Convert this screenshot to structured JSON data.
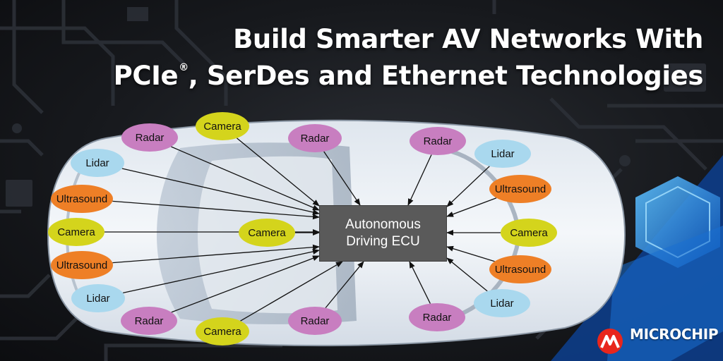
{
  "headline": {
    "line1": "Build Smarter AV Networks With",
    "line2_pre": "PCIe",
    "line2_mark": "®",
    "line2_post": ", SerDes and Ethernet Technologies"
  },
  "ecu": {
    "line1": "Autonomous",
    "line2": "Driving ECU"
  },
  "sensors": [
    {
      "label": "Radar",
      "type": "radar"
    },
    {
      "label": "Camera",
      "type": "camera"
    },
    {
      "label": "Radar",
      "type": "radar"
    },
    {
      "label": "Radar",
      "type": "radar"
    },
    {
      "label": "Lidar",
      "type": "lidar"
    },
    {
      "label": "Lidar",
      "type": "lidar"
    },
    {
      "label": "Ultrasound",
      "type": "ultrasound"
    },
    {
      "label": "Camera",
      "type": "camera"
    },
    {
      "label": "Camera",
      "type": "camera"
    },
    {
      "label": "Ultrasound",
      "type": "ultrasound"
    },
    {
      "label": "Lidar",
      "type": "lidar"
    },
    {
      "label": "Radar",
      "type": "radar"
    },
    {
      "label": "Camera",
      "type": "camera"
    },
    {
      "label": "Radar",
      "type": "radar"
    },
    {
      "label": "Radar",
      "type": "radar"
    },
    {
      "label": "Lidar",
      "type": "lidar"
    },
    {
      "label": "Ultrasound",
      "type": "ultrasound"
    },
    {
      "label": "Ultrasound",
      "type": "ultrasound"
    },
    {
      "label": "Camera",
      "type": "camera"
    }
  ],
  "colors": {
    "radar": "#c87ec0",
    "camera": "#d4d41c",
    "lidar": "#a9d8ee",
    "ultrasound": "#ee7f26",
    "ecu": "#5a5a5a",
    "arrow": "#111111",
    "accent": "#1a6fd1"
  },
  "brand": {
    "name": "MICROCHIP",
    "logo_icon": "microchip-logo-icon"
  }
}
